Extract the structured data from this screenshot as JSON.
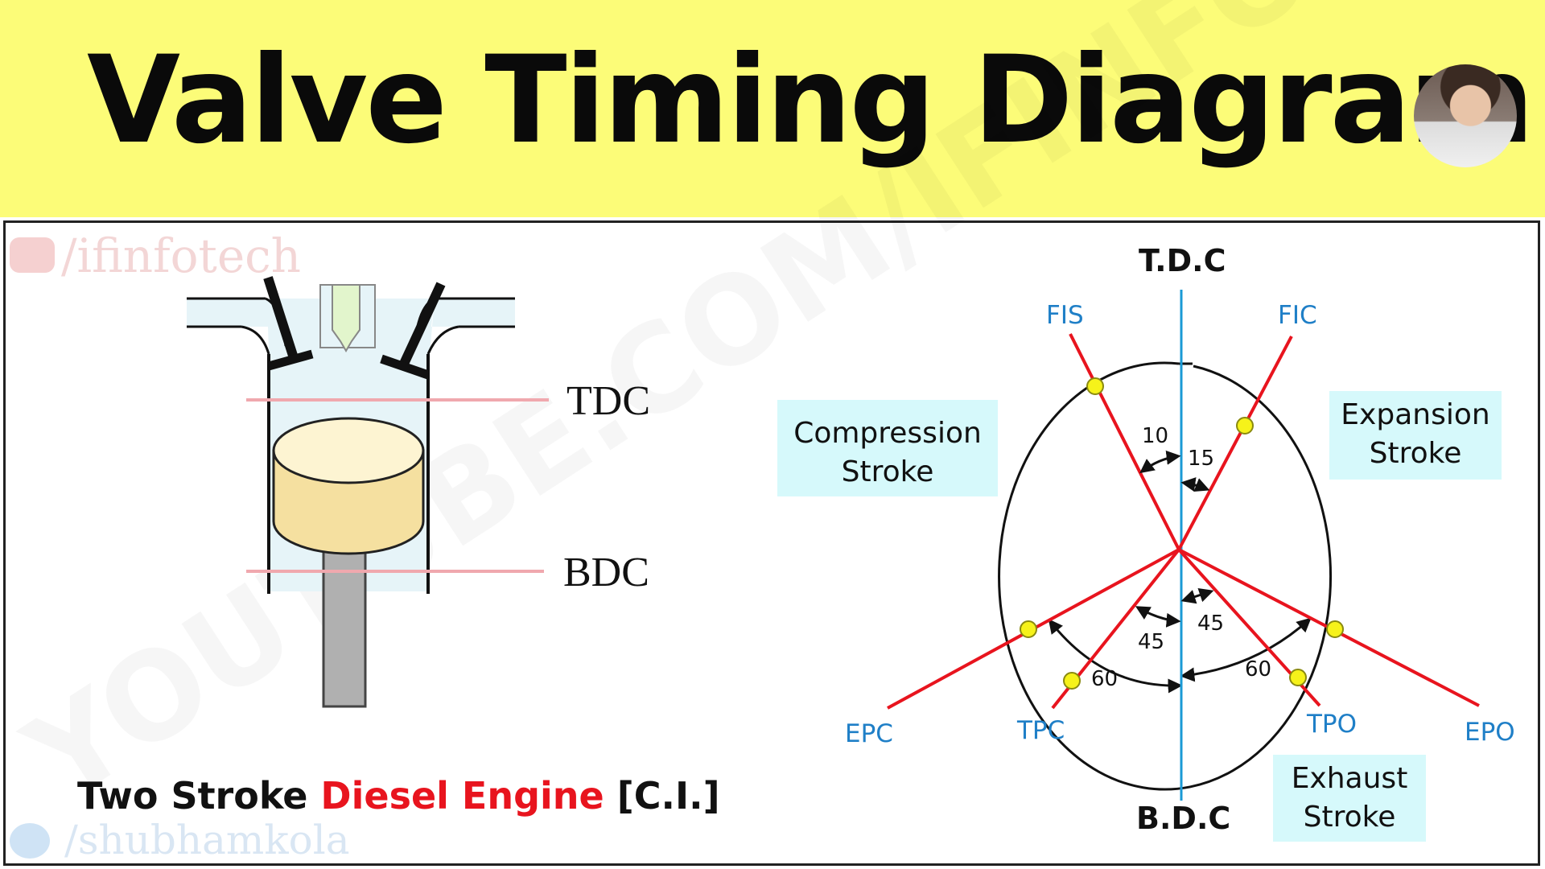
{
  "header": {
    "title": "Valve Timing Diagram",
    "avatar_alt": "avatar"
  },
  "watermarks": {
    "top": "/ifinfotech",
    "bottom": "/shubhamkola",
    "diagonal": "YOUTUBE.COM/IFINFOTECH"
  },
  "engine": {
    "tdc": "TDC",
    "bdc": "BDC"
  },
  "diagram": {
    "top_label": "T.D.C",
    "bottom_label": "B.D.C",
    "points": {
      "fis": "FIS",
      "fic": "FIC",
      "epc": "EPC",
      "tpc": "TPC",
      "tpo": "TPO",
      "epo": "EPO"
    },
    "angles": {
      "a10": "10",
      "a15": "15",
      "a45_left": "45",
      "a45_right": "45",
      "a60_left": "60",
      "a60_right": "60"
    },
    "strokes": {
      "compression_1": "Compression",
      "compression_2": "Stroke",
      "expansion_1": "Expansion",
      "expansion_2": "Stroke",
      "exhaust_1": "Exhaust",
      "exhaust_2": "Stroke"
    }
  },
  "caption": {
    "part1": "Two Stroke ",
    "part2": "Diesel Engine",
    "part3": " [C.I.]"
  },
  "colors": {
    "header_bg": "#fcfc78",
    "red_line": "#e8141e",
    "blue_line": "#1a9ad6",
    "label_blue": "#1f7fc7",
    "box_bg": "#d6f9fb",
    "dot_yellow": "#f6f21a"
  }
}
